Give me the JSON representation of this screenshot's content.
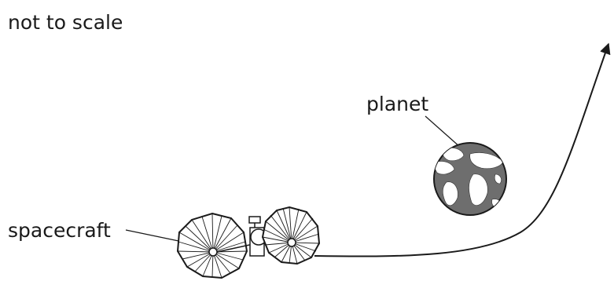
{
  "diagram": {
    "scale_note": "not to scale",
    "planet_label": "planet",
    "spacecraft_label": "spacecraft"
  },
  "colors": {
    "line": "#1a1a1a",
    "ocean": "#6e6e6e",
    "land": "#ffffff",
    "background": "#ffffff"
  }
}
